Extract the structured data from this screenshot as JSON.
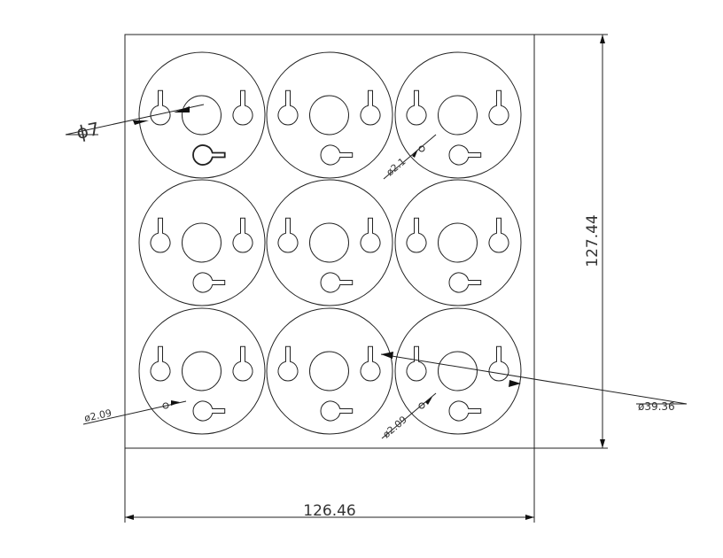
{
  "dimensions": {
    "width": "126.46",
    "height": "127.44",
    "large_circle_dia": "ø39.36",
    "center_hole_dia": "ϕ7",
    "small_hole_a": "ø2.1",
    "small_hole_b": "ø2.09",
    "small_hole_c": "ø2.09"
  },
  "layout": {
    "grid_rows": 3,
    "grid_cols": 3
  }
}
